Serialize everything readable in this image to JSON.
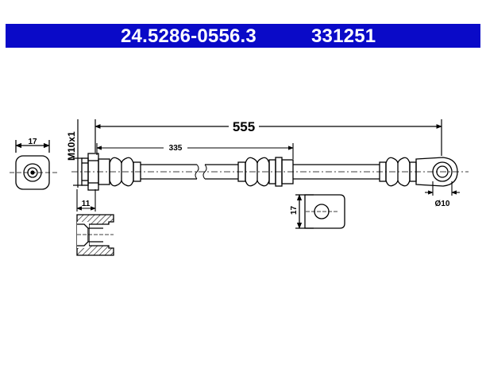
{
  "header": {
    "part_number": "24.5286-0556.3",
    "reference_number": "331251"
  },
  "dimensions": {
    "overall_length": "555",
    "partial_length": "335",
    "thread": "M10x1",
    "fitting_width": "17",
    "thread_length": "11",
    "eye_width": "17",
    "eye_bore": "Ø10"
  },
  "colors": {
    "header_background": "#0a0ac8",
    "header_text": "#ffffff",
    "line": "#000000"
  }
}
